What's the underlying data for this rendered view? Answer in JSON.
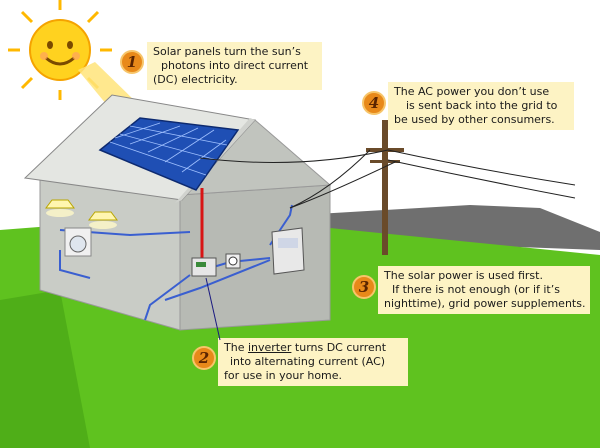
{
  "steps": [
    {
      "number": "1",
      "lines": [
        "Solar panels turn the sun’s",
        "photons into direct current",
        "(DC) electricity."
      ]
    },
    {
      "number": "2",
      "line1_pre": "The ",
      "line1_underlined": "inverter",
      "line1_post": " turns DC current",
      "lines_rest": [
        "into alternating current (AC)",
        "for use in your home."
      ]
    },
    {
      "number": "3",
      "lines": [
        "The solar power is used first.",
        "If there is not enough (or if it’s",
        "nighttime), grid power supplements."
      ]
    },
    {
      "number": "4",
      "lines": [
        "The AC power you don’t use",
        "is sent back into the grid to",
        "be used by other consumers."
      ]
    }
  ],
  "colors": {
    "grass": "#5fc21f",
    "house_wall": "#c9ccc6",
    "roof": "#e4e6e2",
    "panel": "#1f4fb4",
    "wire_dc": "#d81414",
    "wire_ac": "#3a5fd0",
    "callout_bg": "#fdf3c4",
    "badge": "#e8891a",
    "sun": "#ffd21f",
    "hill": "#6f6f6f"
  },
  "icons": [
    "sun-icon",
    "solar-panel-icon",
    "inverter-icon",
    "meter-icon",
    "panel-box-icon",
    "utility-pole-icon",
    "ceiling-lamp-icon",
    "washer-icon"
  ]
}
